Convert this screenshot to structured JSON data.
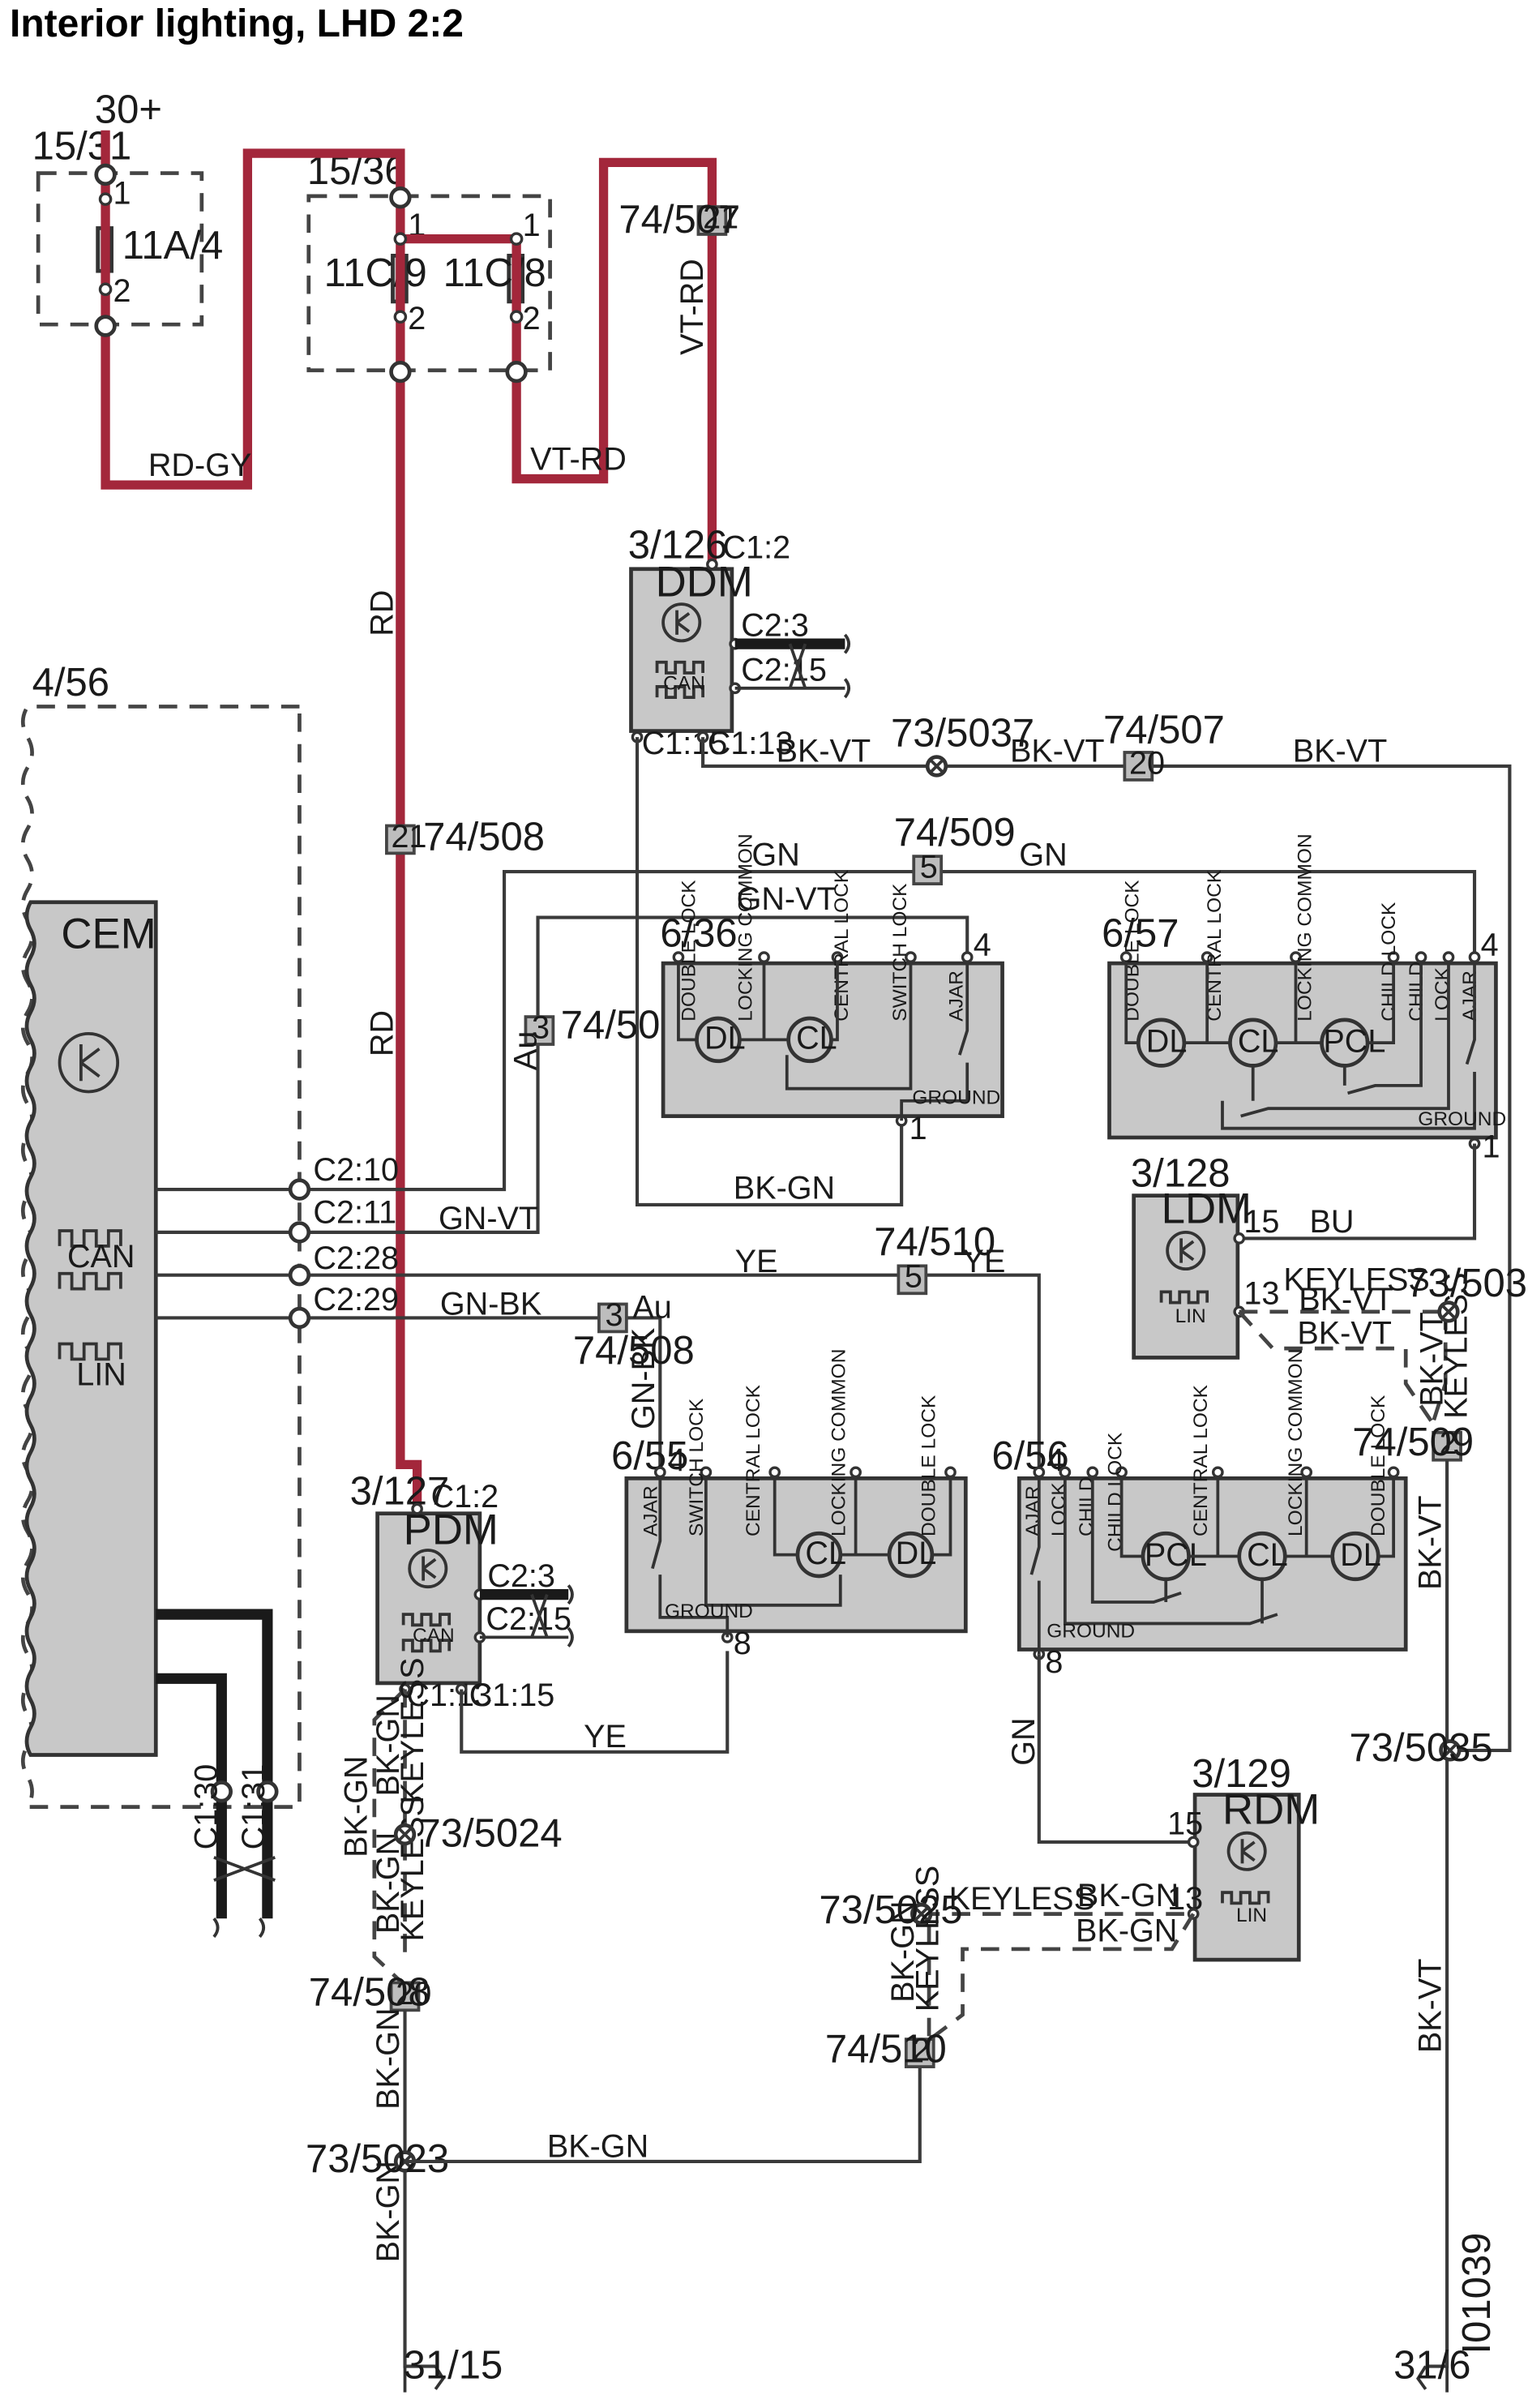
{
  "title": "Interior lighting, LHD 2:2",
  "drawing_id": "I01039",
  "power_label": "30+",
  "fuse_boxes": {
    "a": {
      "name": "15/31",
      "fuse": "11A/4",
      "pin1": "1",
      "pin2": "2"
    },
    "b": {
      "name": "15/36",
      "fuse1": "11C/9",
      "fuse2": "11C/8",
      "pin1": "1",
      "pin2": "2"
    }
  },
  "wire_colors": {
    "rd_gy": "RD-GY",
    "vt_rd": "VT-RD",
    "rd": "RD",
    "bk_vt": "BK-VT",
    "gn": "GN",
    "gn_vt": "GN-VT",
    "bk_gn": "BK-GN",
    "ye": "YE",
    "gn_bk": "GN-BK",
    "bu": "BU",
    "au": "Au"
  },
  "keyless": "KEYLESS",
  "modules": {
    "ddm": {
      "ref": "3/126",
      "name": "DDM",
      "can": "CAN",
      "pins": {
        "c12": "C1:2",
        "c23": "C2:3",
        "c215": "C2:15",
        "c115": "C1:15",
        "c113": "C1:13"
      }
    },
    "pdm": {
      "ref": "3/127",
      "name": "PDM",
      "can": "CAN",
      "pins": {
        "c12": "C1:2",
        "c23": "C2:3",
        "c215": "C2:15",
        "c113": "C1:13",
        "c115": "C1:15"
      }
    },
    "cem": {
      "ref": "4/56",
      "name": "CEM",
      "can": "CAN",
      "lin": "LIN",
      "pins": {
        "c210": "C2:10",
        "c211": "C2:11",
        "c228": "C2:28",
        "c229": "C2:29",
        "c130": "C1:30",
        "c131": "C1:31"
      }
    },
    "ldm": {
      "ref": "3/128",
      "name": "LDM",
      "lin": "LIN",
      "pins": {
        "p15": "15",
        "p13": "13"
      }
    },
    "rdm": {
      "ref": "3/129",
      "name": "RDM",
      "lin": "LIN",
      "pins": {
        "p15": "15",
        "p13": "13"
      }
    }
  },
  "connectors": {
    "c74_507": "74/507",
    "c74_508": "74/508",
    "c74_509": "74/509",
    "c74_510": "74/510",
    "p21": "21",
    "p20": "20",
    "p5": "5",
    "p3": "3",
    "p2": "2"
  },
  "splices": {
    "s5037": "73/5037",
    "s5036": "73/5036",
    "s5035": "73/5035",
    "s5024": "73/5024",
    "s5025": "73/5025",
    "s5023": "73/5023"
  },
  "grounds": {
    "g31_15": "31/15",
    "g31_6": "31/6"
  },
  "locks": {
    "l636": {
      "ref": "6/36",
      "pin_top": "4",
      "pin_bottom": "1"
    },
    "l657": {
      "ref": "6/57",
      "pin_top": "4",
      "pin_bottom": "1"
    },
    "l655": {
      "ref": "6/55",
      "pin_top": "4",
      "pin_bottom": "8"
    },
    "l656": {
      "ref": "6/56",
      "pin_top": "4",
      "pin_bottom": "8"
    }
  },
  "lock_labels": {
    "double_lock": "DOUBLE LOCK",
    "locking_common": "LOCKING COMMON",
    "central_lock": "CENTRAL LOCK",
    "switch_lock": "SWITCH LOCK",
    "ajar": "AJAR",
    "child_lock": "CHILD LOCK",
    "child": "CHILD",
    "lock": "LOCK",
    "ground": "GROUND"
  },
  "motors": {
    "dl": "DL",
    "cl": "CL",
    "pcl": "PCL"
  },
  "colors": {
    "power_wire": "#a3273b",
    "module_fill": "#c8c8c8",
    "connector_fill": "#bdbdbd"
  }
}
